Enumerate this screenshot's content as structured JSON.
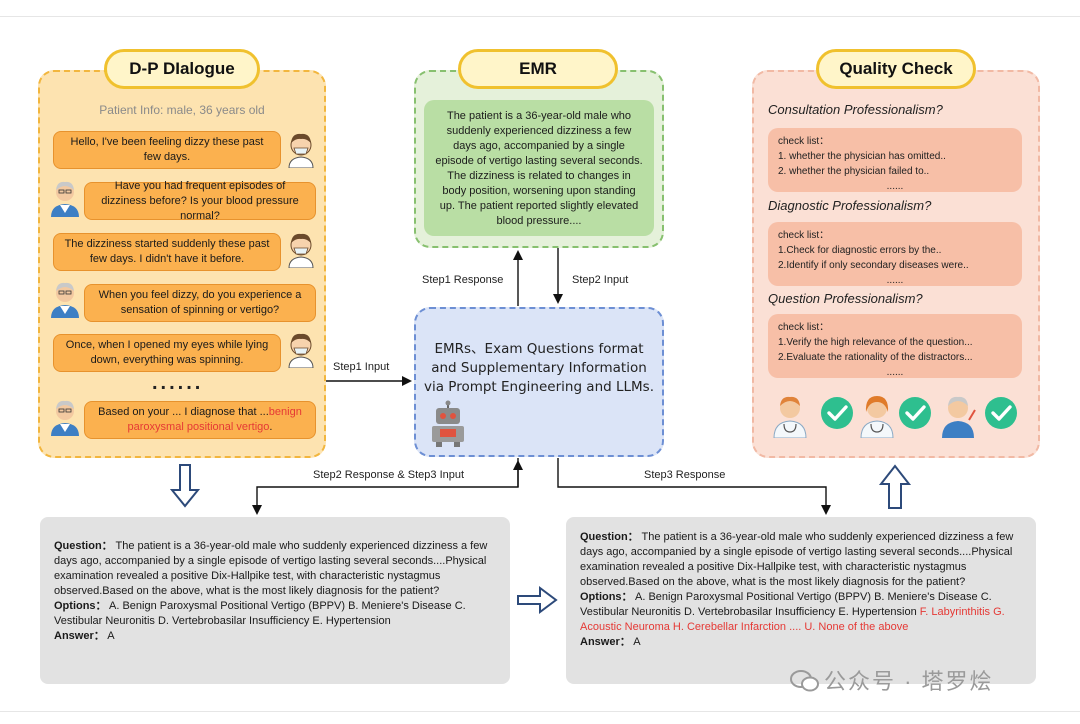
{
  "dialogue": {
    "title": "D-P DIalogue",
    "patient_info": "Patient Info: male, 36 years old",
    "bubbles": [
      "Hello, I've been feeling dizzy these past few days.",
      "Have you had frequent episodes of dizziness before? Is your blood pressure normal?",
      "The dizziness started suddenly these past few days. I didn't have it before.",
      "When you feel dizzy, do you experience a sensation of spinning or vertigo?",
      "Once, when I opened my eyes while lying down, everything was spinning."
    ],
    "ellipsis": "......",
    "diagnosis_prefix": "Based on your ... I diagnose that ...",
    "diagnosis_highlight": "benign paroxysmal positional vertigo",
    "diagnosis_end": "."
  },
  "emr": {
    "title": "EMR",
    "text": "The patient is a 36-year-old male who suddenly experienced dizziness a few days ago, accompanied by a single episode of vertigo lasting several seconds. The dizziness is related to changes in body position, worsening upon standing up. The patient reported slightly elevated blood pressure...."
  },
  "center": {
    "text": "EMRs、Exam Questions format and Supplementary Information via Prompt Engineering and LLMs."
  },
  "quality": {
    "title": "Quality Check",
    "sections": [
      {
        "title": "Consultation Professionalism?",
        "checklist": "check list：",
        "items": [
          "1. whether the physician has omitted..",
          "2. whether the physician failed to.."
        ],
        "more": "......"
      },
      {
        "title": "Diagnostic Professionalism?",
        "checklist": "check list：",
        "items": [
          "1.Check for diagnostic errors by the..",
          "2.Identify if only secondary diseases were.."
        ],
        "more": "......"
      },
      {
        "title": "Question Professionalism?",
        "checklist": "check list：",
        "items": [
          "1.Verify the high relevance of the question...",
          "2.Evaluate the rationality of the distractors..."
        ],
        "more": "......"
      }
    ]
  },
  "edges": {
    "step1_input": "Step1 Input",
    "step1_response": "Step1 Response",
    "step2_input": "Step2 Input",
    "step2_response_step3_input": "Step2 Response & Step3 Input",
    "step3_response": "Step3 Response"
  },
  "question1": {
    "question_label": "Question：",
    "question": "The patient is a 36-year-old male who suddenly experienced dizziness a few days ago, accompanied by a single episode of vertigo lasting several seconds....Physical examination revealed a positive Dix-Hallpike test, with characteristic nystagmus observed.Based on the above, what is the most likely diagnosis for the patient?",
    "options_label": "Options：",
    "options": "A. Benign Paroxysmal Positional Vertigo (BPPV) B. Meniere's Disease C. Vestibular Neuronitis D. Vertebrobasilar Insufficiency E. Hypertension",
    "answer_label": "Answer：",
    "answer": "A"
  },
  "question2": {
    "question_label": "Question：",
    "question": "The patient is a 36-year-old male who suddenly experienced dizziness a few days ago, accompanied by a single episode of vertigo lasting several seconds....Physical examination revealed a positive Dix-Hallpike test, with characteristic nystagmus observed.Based on the above, what is the most likely diagnosis for the patient?",
    "options_label": "Options：",
    "options": "A. Benign Paroxysmal Positional Vertigo (BPPV) B. Meniere's Disease C. Vestibular Neuronitis D. Vertebrobasilar Insufficiency E. Hypertension",
    "options_extra": " F. Labyrinthitis G. Acoustic Neuroma H. Cerebellar Infarction .... U. None of the above",
    "answer_label": "Answer：",
    "answer": "A"
  },
  "watermark": "公众号 · 塔罗烩",
  "colors": {
    "dialogue_bg": "#fde3b0",
    "bubble": "#fbb14f",
    "emr_bg": "#e5f1da",
    "emr_box": "#b9dea4",
    "center_bg": "#dbe4f7",
    "quality_bg": "#fbe0d5",
    "quality_box": "#f7bfa7",
    "highlight_red": "#e53935",
    "check_green": "#2ebf8f"
  }
}
